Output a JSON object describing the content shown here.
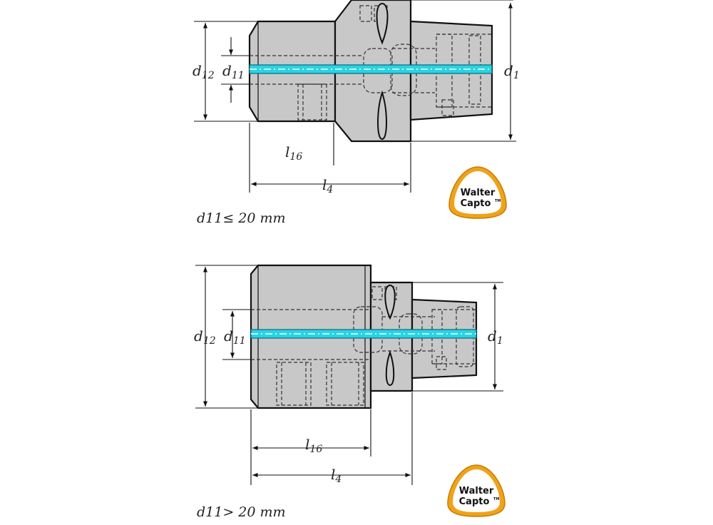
{
  "figure_top": {
    "labels": {
      "d12": "d12",
      "d11": "d11",
      "d1": "d1",
      "l16": "l16",
      "l4": "l4"
    },
    "condition": "d11≤  20  mm"
  },
  "figure_bottom": {
    "labels": {
      "d12": "d12",
      "d11": "d11",
      "d1": "d1",
      "l16": "l16",
      "l4": "l4"
    },
    "condition": "d11>  20  mm"
  },
  "logo": {
    "line1": "Walter",
    "line2": "Capto",
    "tm": "TM"
  },
  "colors": {
    "body": "#c8c8c8",
    "outline": "#111111",
    "coolant": "#28d4e4",
    "logo_ring": "#f0a21a"
  }
}
